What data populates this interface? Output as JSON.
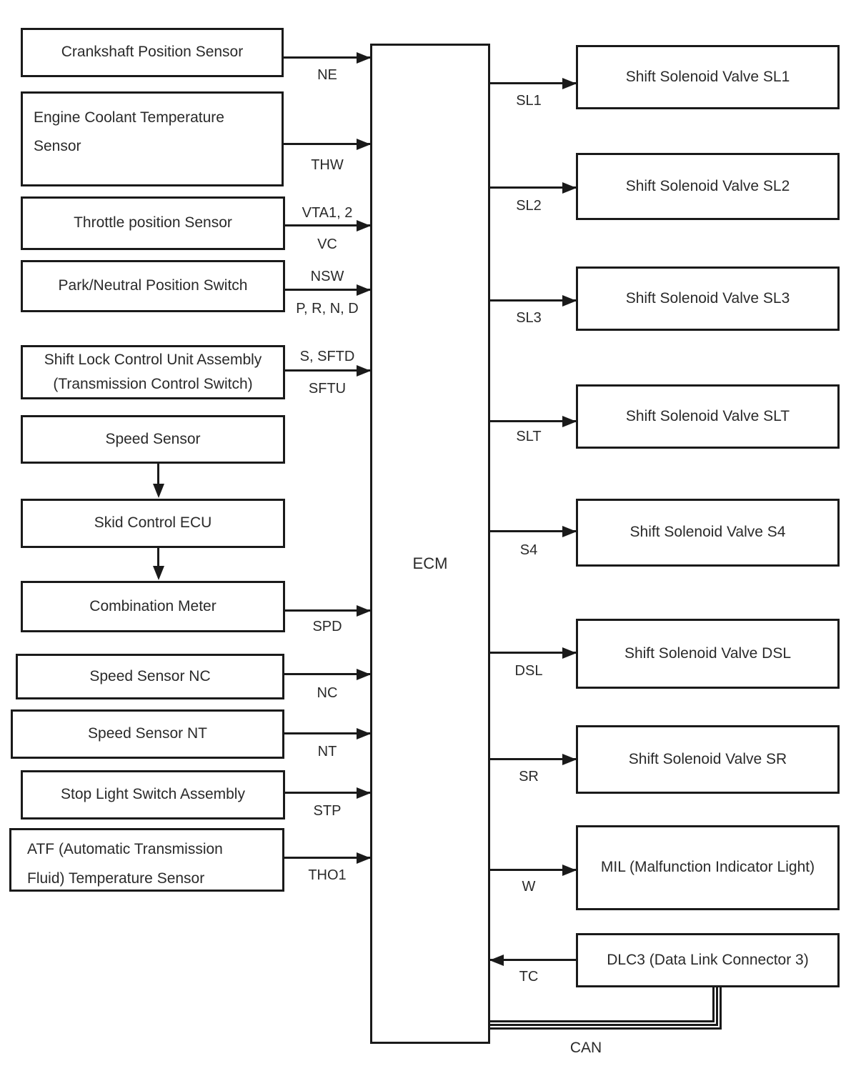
{
  "ecm": {
    "label": "ECM"
  },
  "inputs": [
    {
      "name": "crankshaft-position-sensor",
      "label": "Crankshaft Position Sensor",
      "signal_below": "NE"
    },
    {
      "name": "engine-coolant-temperature-sensor",
      "label_line1": "Engine Coolant Temperature",
      "label_line2": "Sensor",
      "signal_below": "THW"
    },
    {
      "name": "throttle-position-sensor",
      "label": "Throttle position Sensor",
      "signal_above": "VTA1, 2",
      "signal_below": "VC"
    },
    {
      "name": "park-neutral-position-switch",
      "label": "Park/Neutral Position Switch",
      "signal_above": "NSW",
      "signal_below": "P, R, N, D"
    },
    {
      "name": "shift-lock-control-unit-assembly",
      "label_line1": "Shift Lock Control Unit Assembly",
      "label_line2": "(Transmission Control Switch)",
      "signal_above": "S, SFTD",
      "signal_below": "SFTU"
    },
    {
      "name": "speed-sensor",
      "label": "Speed Sensor"
    },
    {
      "name": "skid-control-ecu",
      "label": "Skid Control ECU"
    },
    {
      "name": "combination-meter",
      "label": "Combination Meter",
      "signal_below": "SPD"
    },
    {
      "name": "speed-sensor-nc",
      "label": "Speed Sensor NC",
      "signal_below": "NC"
    },
    {
      "name": "speed-sensor-nt",
      "label": "Speed Sensor NT",
      "signal_below": "NT"
    },
    {
      "name": "stop-light-switch-assembly",
      "label": "Stop Light Switch Assembly",
      "signal_below": "STP"
    },
    {
      "name": "atf-temperature-sensor",
      "label_line1": "ATF (Automatic Transmission",
      "label_line2": "Fluid) Temperature Sensor",
      "signal_below": "THO1"
    }
  ],
  "outputs": [
    {
      "name": "shift-solenoid-valve-sl1",
      "label": "Shift Solenoid Valve SL1",
      "signal": "SL1"
    },
    {
      "name": "shift-solenoid-valve-sl2",
      "label": "Shift Solenoid Valve SL2",
      "signal": "SL2"
    },
    {
      "name": "shift-solenoid-valve-sl3",
      "label": "Shift Solenoid Valve SL3",
      "signal": "SL3"
    },
    {
      "name": "shift-solenoid-valve-slt",
      "label": "Shift Solenoid Valve SLT",
      "signal": "SLT"
    },
    {
      "name": "shift-solenoid-valve-s4",
      "label": "Shift Solenoid Valve S4",
      "signal": "S4"
    },
    {
      "name": "shift-solenoid-valve-dsl",
      "label": "Shift Solenoid Valve DSL",
      "signal": "DSL"
    },
    {
      "name": "shift-solenoid-valve-sr",
      "label": "Shift Solenoid Valve SR",
      "signal": "SR"
    },
    {
      "name": "mil",
      "label": "MIL (Malfunction Indicator Light)",
      "signal": "W"
    },
    {
      "name": "dlc3",
      "label": "DLC3 (Data Link Connector 3)",
      "signal": "TC"
    }
  ],
  "bus": {
    "label": "CAN"
  },
  "colors": {
    "line": "#1a1a1a",
    "background": "#ffffff"
  }
}
